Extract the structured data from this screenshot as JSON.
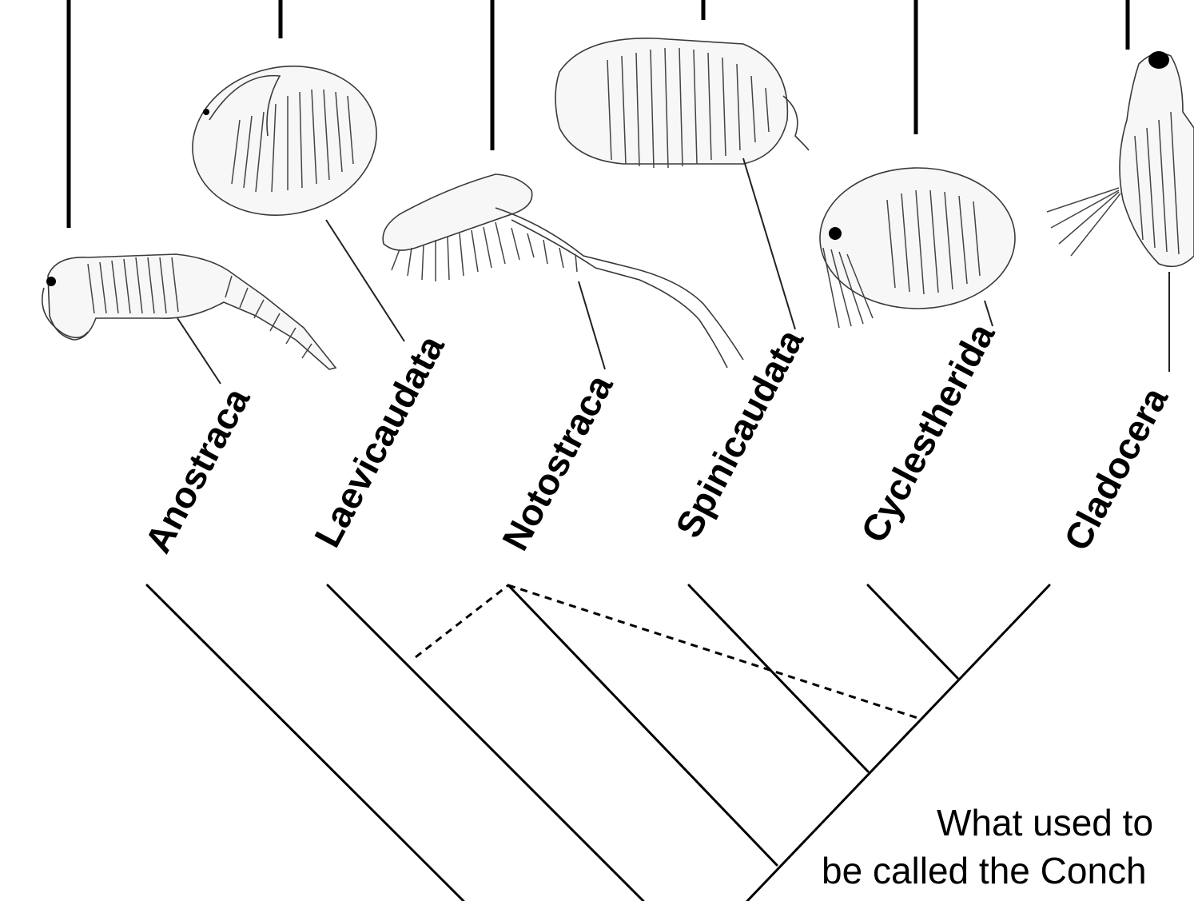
{
  "taxa": [
    {
      "name": "Anostraca"
    },
    {
      "name": "Laevicaudata"
    },
    {
      "name": "Notostraca"
    },
    {
      "name": "Spinicaudata"
    },
    {
      "name": "Cyclestherida"
    },
    {
      "name": "Cladocera"
    }
  ],
  "caption": {
    "line1": "What used to",
    "line2": "be called the Conch"
  }
}
